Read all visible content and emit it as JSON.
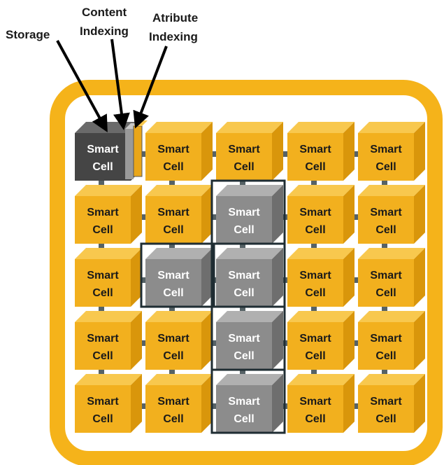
{
  "labels": {
    "storage": "Storage",
    "content_line1": "Content",
    "content_line2": "Indexing",
    "attribute_line1": "Atribute",
    "attribute_line2": "Indexing"
  },
  "cell": {
    "line1": "Smart",
    "line2": "Cell"
  },
  "grid": {
    "rows": 5,
    "cols": 5,
    "gray_cells": [
      [
        1,
        2
      ],
      [
        2,
        1
      ],
      [
        2,
        2
      ],
      [
        3,
        2
      ],
      [
        4,
        2
      ]
    ],
    "dark_cell": [
      0,
      0
    ]
  },
  "colors": {
    "container_border": "#F5B31A",
    "container_fill": "#FFFFFF",
    "cube_front": "#F2B01E",
    "cube_top": "#F8C84E",
    "cube_side": "#D9960B",
    "gray_front": "#8C8C8C",
    "gray_top": "#B0B0B0",
    "gray_side": "#6E6E6E",
    "dark_front": "#454545",
    "dark_top": "#6A6A6A",
    "dark_side": "#2E2E2E",
    "connector": "#566266",
    "highlight_box": "#1F2D33",
    "arrow": "#000000"
  }
}
